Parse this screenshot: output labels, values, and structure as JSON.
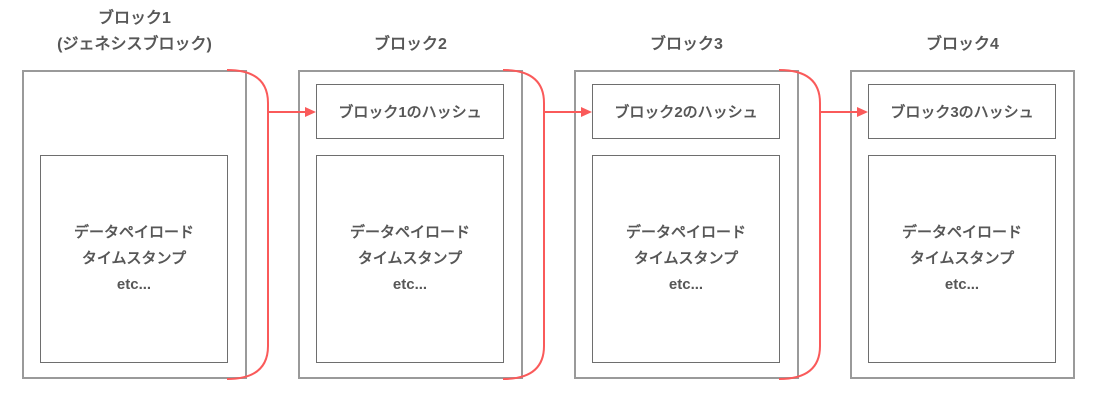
{
  "diagram": {
    "type": "blockchain-chain-diagram",
    "colors": {
      "connector_red": "#fa5a5a",
      "block_border_gray": "#9a9a9a",
      "inner_border_gray": "#6e6e6e",
      "text_gray": "#575757",
      "background": "#ffffff"
    }
  },
  "blocks": [
    {
      "title": "ブロック1",
      "subtitle": "(ジェネシスブロック)",
      "hash_label": "",
      "payload_lines": [
        "データペイロード",
        "タイムスタンプ",
        "etc..."
      ]
    },
    {
      "title": "ブロック2",
      "hash_label": "ブロック1のハッシュ",
      "payload_lines": [
        "データペイロード",
        "タイムスタンプ",
        "etc..."
      ]
    },
    {
      "title": "ブロック3",
      "hash_label": "ブロック2のハッシュ",
      "payload_lines": [
        "データペイロード",
        "タイムスタンプ",
        "etc..."
      ]
    },
    {
      "title": "ブロック4",
      "hash_label": "ブロック3のハッシュ",
      "payload_lines": [
        "データペイロード",
        "タイムスタンプ",
        "etc..."
      ]
    }
  ]
}
